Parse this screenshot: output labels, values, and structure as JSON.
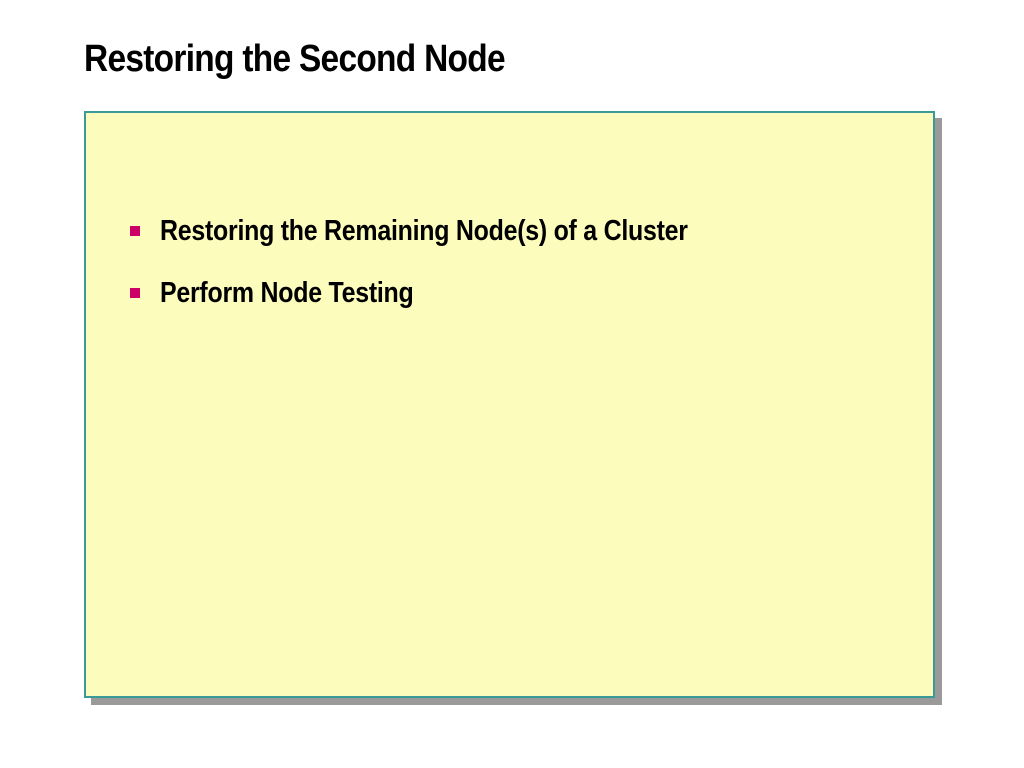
{
  "slide": {
    "title": "Restoring the Second Node",
    "bullets": [
      {
        "text": "Restoring the Remaining Node(s) of a Cluster"
      },
      {
        "text": "Perform Node Testing"
      }
    ]
  },
  "colors": {
    "panel_background": "#fcfcbc",
    "panel_border": "#3a9a9a",
    "bullet_marker": "#cc0066",
    "shadow": "#9a9a9a"
  },
  "icons": {
    "bullet": "square-bullet-icon"
  }
}
